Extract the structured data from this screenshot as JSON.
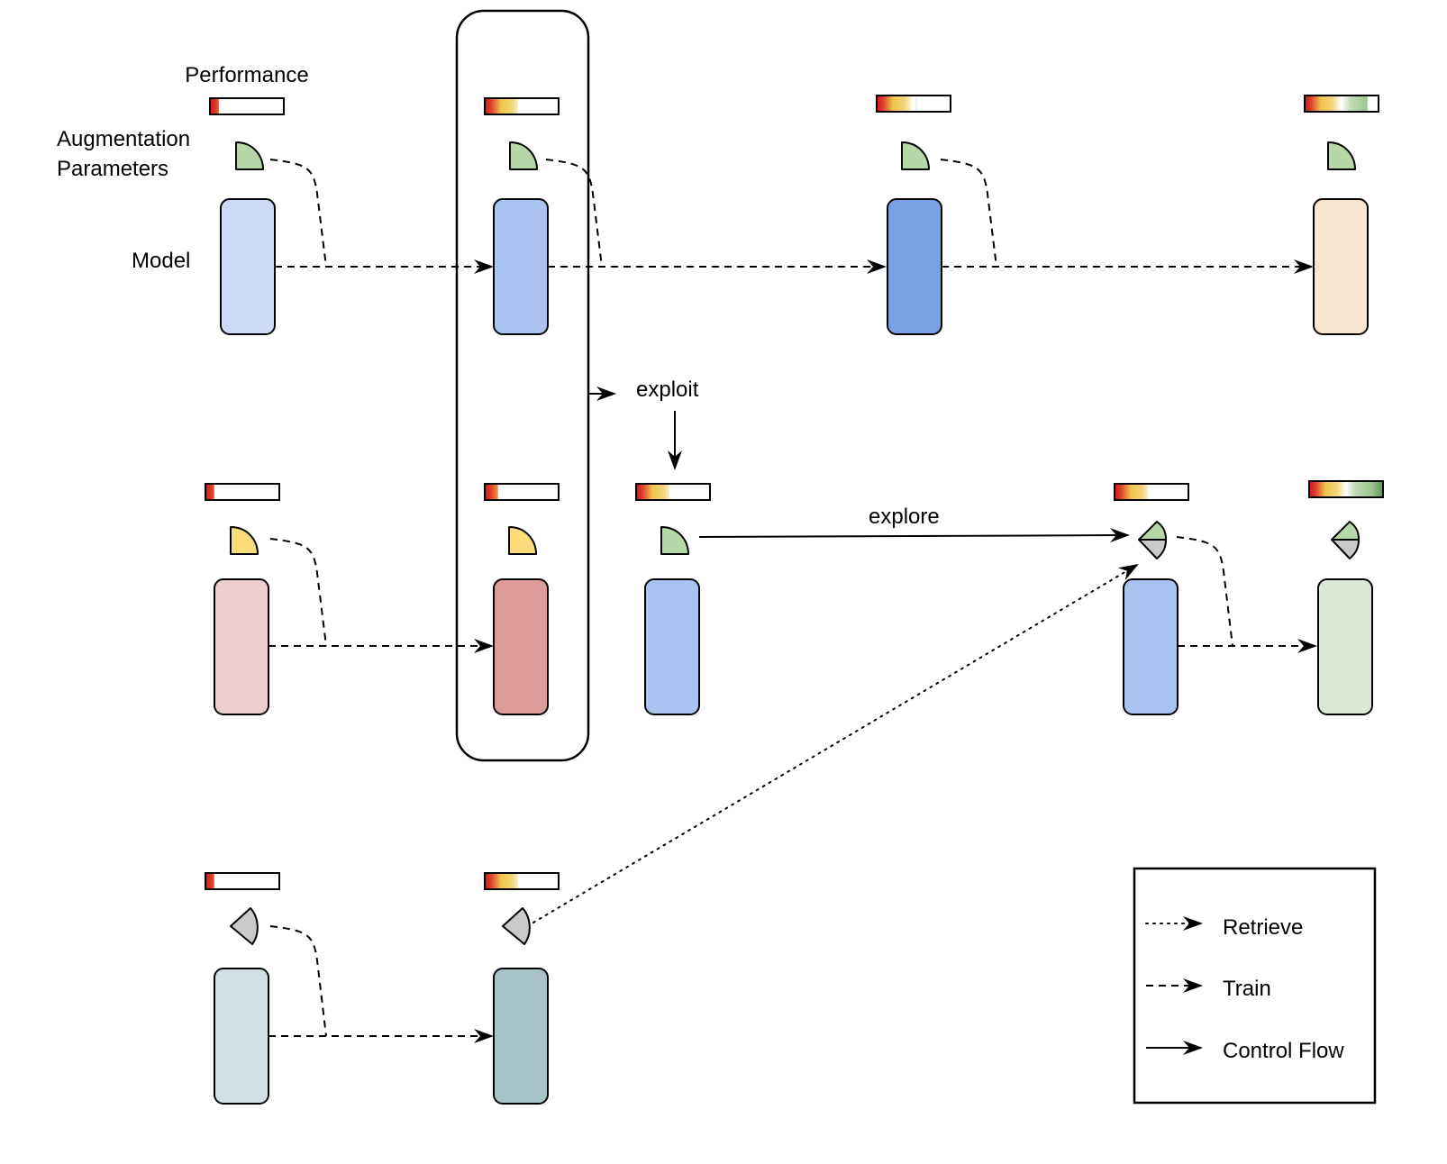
{
  "labels": {
    "performance": "Performance",
    "augmentation_line1": "Augmentation",
    "augmentation_line2": "Parameters",
    "model": "Model",
    "exploit": "exploit",
    "explore": "explore"
  },
  "legend": {
    "retrieve": "Retrieve",
    "train": "Train",
    "control_flow": "Control Flow"
  },
  "colors": {
    "model_light_blue": "#ccdaf5",
    "model_blue": "#a9c2f0",
    "model_dark_blue": "#7aa0e4",
    "model_peach": "#f7e5d2",
    "model_light_pink": "#eecfcf",
    "model_pink": "#dd9b9a",
    "model_light_green": "#dbe8d5",
    "model_light_teal": "#d2e0e5",
    "model_teal": "#a8c3c8",
    "param_green": "#b7d7a9",
    "param_yellow": "#fbdc7b",
    "param_gray": "#c9c9c9",
    "perf_red": "#d7302a",
    "perf_yellow": "#eec44c",
    "perf_green": "#6ba85a"
  },
  "nodes": [
    {
      "id": "r1c1",
      "model_color": "model_light_blue",
      "param": "quarter",
      "param_color": "param_green",
      "performance": 0.12
    },
    {
      "id": "r1c2",
      "model_color": "model_blue",
      "param": "quarter",
      "param_color": "param_green",
      "performance": 0.45
    },
    {
      "id": "r1c3",
      "model_color": "model_dark_blue",
      "param": "quarter",
      "param_color": "param_green",
      "performance": 0.55
    },
    {
      "id": "r1c4",
      "model_color": "model_peach",
      "param": "quarter",
      "param_color": "param_green",
      "performance": 0.85
    },
    {
      "id": "r2c1",
      "model_color": "model_light_pink",
      "param": "quarter",
      "param_color": "param_yellow",
      "performance": 0.12
    },
    {
      "id": "r2c2",
      "model_color": "model_pink",
      "param": "quarter",
      "param_color": "param_yellow",
      "performance": 0.18
    },
    {
      "id": "r2c3",
      "model_color": "model_blue",
      "param": "quarter",
      "param_color": "param_green",
      "performance": 0.45
    },
    {
      "id": "r2c4",
      "model_color": "model_blue",
      "param": "kite",
      "param_color": "param_green",
      "performance": 0.45
    },
    {
      "id": "r2c5",
      "model_color": "model_light_green",
      "param": "kite",
      "param_color": "param_green",
      "performance": 1.0
    },
    {
      "id": "r3c1",
      "model_color": "model_light_teal",
      "param": "wedge",
      "param_color": "param_gray",
      "performance": 0.12
    },
    {
      "id": "r3c2",
      "model_color": "model_teal",
      "param": "wedge",
      "param_color": "param_gray",
      "performance": 0.45
    }
  ]
}
